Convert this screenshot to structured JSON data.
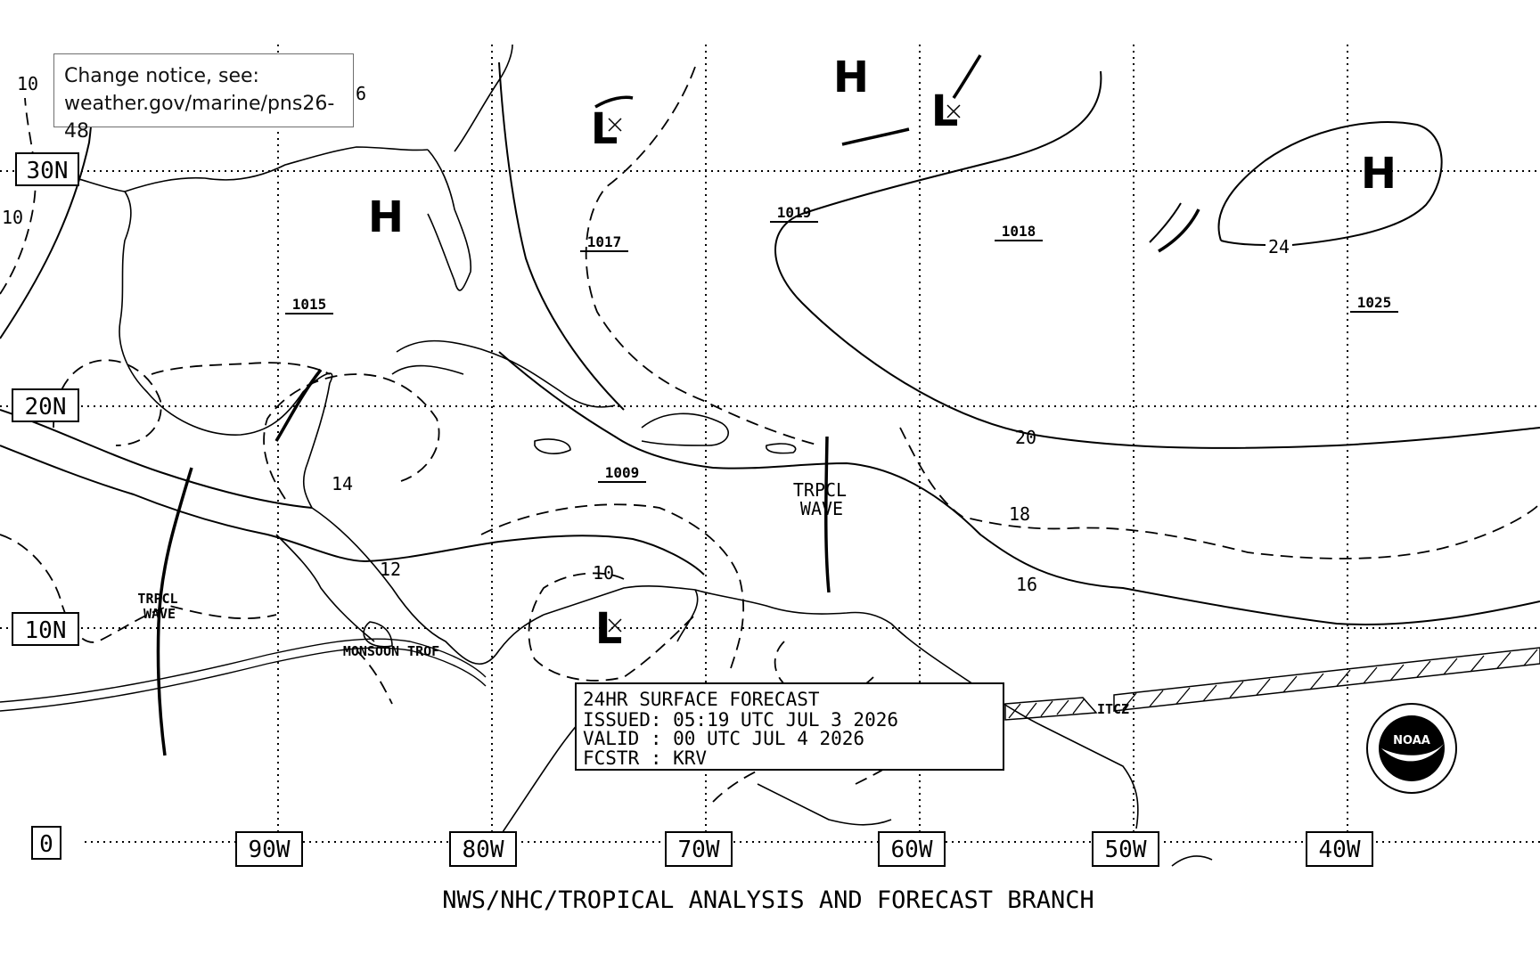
{
  "notice": {
    "line1": "Change notice, see:",
    "line2": "weather.gov/marine/pns26-48"
  },
  "lat_labels": [
    "30N",
    "20N",
    "10N",
    "0"
  ],
  "lon_labels": [
    "90W",
    "80W",
    "70W",
    "60W",
    "50W",
    "40W"
  ],
  "pressure_centers": [
    {
      "type": "H",
      "value": "1015"
    },
    {
      "type": "L",
      "value": "1017"
    },
    {
      "type": "H",
      "value": "1019"
    },
    {
      "type": "L",
      "value": "1018"
    },
    {
      "type": "H",
      "value": "1025"
    },
    {
      "type": "L",
      "value": "1009"
    }
  ],
  "isopleths": [
    "10",
    "10",
    "6",
    "14",
    "12",
    "10",
    "20",
    "18",
    "16",
    "24"
  ],
  "features": {
    "tropical_wave_1": [
      "TRPCL",
      "WAVE"
    ],
    "tropical_wave_2": [
      "TRPCL",
      "WAVE"
    ],
    "monsoon_trough": "MONSOON TROF",
    "itcz": "ITCZ"
  },
  "forecast_box": {
    "line1": "24HR SURFACE FORECAST",
    "line2": "ISSUED: 05:19 UTC JUL 3 2026",
    "line3": "VALID : 00 UTC JUL 4 2026",
    "line4": "FCSTR : KRV"
  },
  "footer": "NWS/NHC/TROPICAL ANALYSIS AND FORECAST BRANCH",
  "logo_text": "NOAA",
  "colors": {
    "ink": "#000000",
    "background": "#ffffff"
  }
}
